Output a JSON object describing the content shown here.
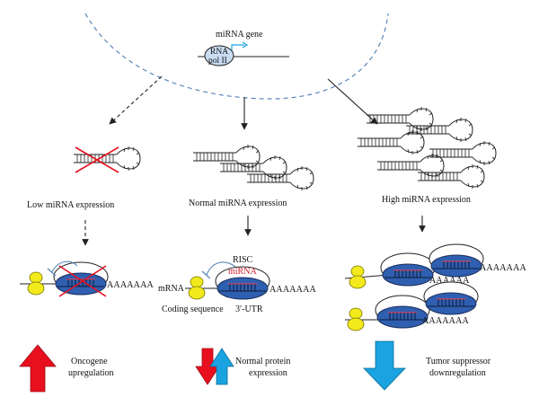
{
  "nucleus": {
    "gene_label": "miRNA gene",
    "polymerase_line1": "RNA",
    "polymerase_line2": "pol II"
  },
  "columns": {
    "low": {
      "expression_label": "Low miRNA expression",
      "poly_a": "AAAAAAA",
      "effect_line1": "Oncogene",
      "effect_line2": "upregulation",
      "effect_arrow_color": "#e8101e"
    },
    "normal": {
      "expression_label": "Normal miRNA expression",
      "risc_label": "RISC",
      "mirna_label": "miRNA",
      "mrna_label": "mRNA",
      "coding_label": "Coding sequence",
      "utr_label": "3′-UTR",
      "poly_a": "AAAAAAA",
      "effect_line1": "Normal protein",
      "effect_line2": "expression",
      "down_arrow_color": "#e8101e",
      "up_arrow_color": "#1aa3e0"
    },
    "high": {
      "expression_label": "High miRNA expression",
      "poly_a_1": "AAAAAAA",
      "poly_a_2": "AAAAAA",
      "poly_a_3": "AAAAAAA",
      "effect_line1": "Tumor suppressor",
      "effect_line2": "downregulation",
      "effect_arrow_color": "#1aa3e0"
    }
  },
  "colors": {
    "nucleus_border": "#5b86b8",
    "polymerase_fill": "#c9dcf2",
    "risc_fill": "#2f5fb0",
    "ribosome_fill": "#f2ea1c",
    "mirna_text": "#d11b2a",
    "cross": "#e8101e"
  }
}
